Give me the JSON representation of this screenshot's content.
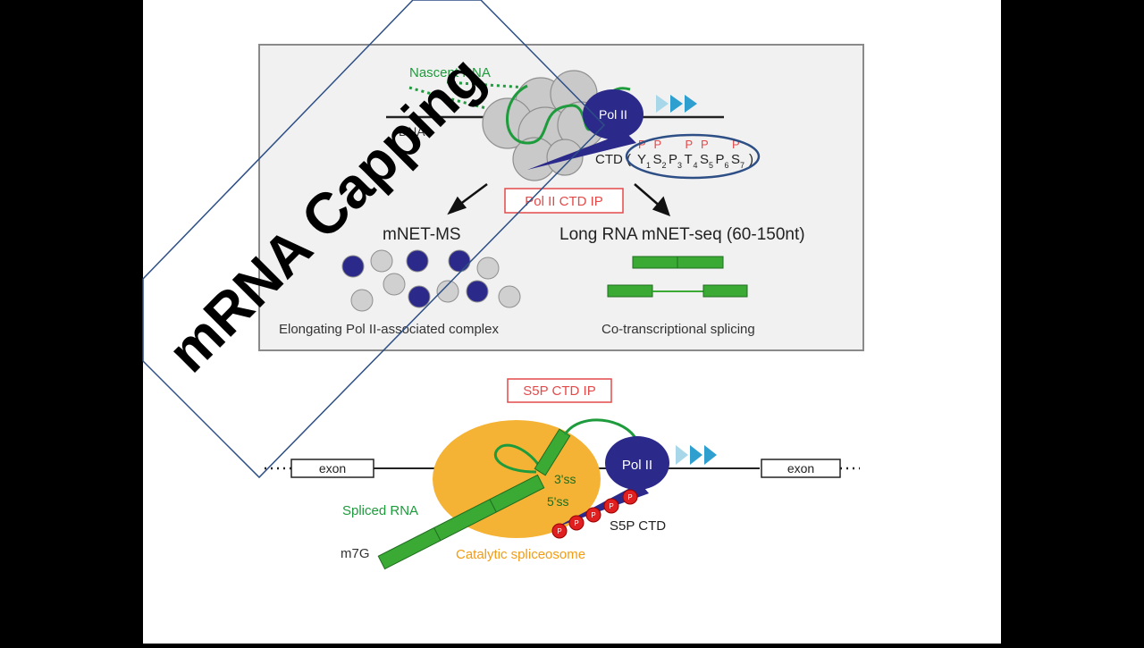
{
  "overlay_title": "mRNA Capping",
  "top_panel": {
    "nascent_rna_label": "Nascent RNA",
    "dna_label": "DNA",
    "pol2_label": "Pol II",
    "ctd_prefix": "CTD (",
    "ctd_residues": [
      {
        "letter": "Y",
        "sub": "1",
        "phos": "P"
      },
      {
        "letter": "S",
        "sub": "2",
        "phos": "P"
      },
      {
        "letter": "P",
        "sub": "3",
        "phos": ""
      },
      {
        "letter": "T",
        "sub": "4",
        "phos": "P"
      },
      {
        "letter": "S",
        "sub": "5",
        "phos": "P"
      },
      {
        "letter": "P",
        "sub": "6",
        "phos": ""
      },
      {
        "letter": "S",
        "sub": "7",
        "phos": "P"
      }
    ],
    "ctd_suffix": ")",
    "ip_label": "Pol II CTD IP",
    "left_method": "mNET-MS",
    "right_method": "Long RNA mNET-seq (60-150nt)",
    "left_caption": "Elongating Pol II-associated complex",
    "right_caption": "Co-transcriptional splicing"
  },
  "bottom_panel": {
    "ip_label": "S5P CTD IP",
    "exon_left": "exon",
    "exon_right": "exon",
    "pol2_label": "Pol II",
    "ss3_label": "3'ss",
    "ss5_label": "5'ss",
    "spliced_rna_label": "Spliced RNA",
    "m7g_label": "m7G",
    "s5p_ctd_label": "S5P CTD",
    "spliceosome_label": "Catalytic spliceosome",
    "phospho_letter": "P"
  },
  "colors": {
    "frame_bg": "#f2f1f1",
    "pol2": "#2b2a8a",
    "rna_green": "#1e9b3c",
    "box_green": "#3aaa35",
    "ip_red": "#e34a4a",
    "spliceosome": "#f5b335",
    "arrow_blue": "#2f9fd0",
    "overlay_line": "#2d4f86"
  }
}
